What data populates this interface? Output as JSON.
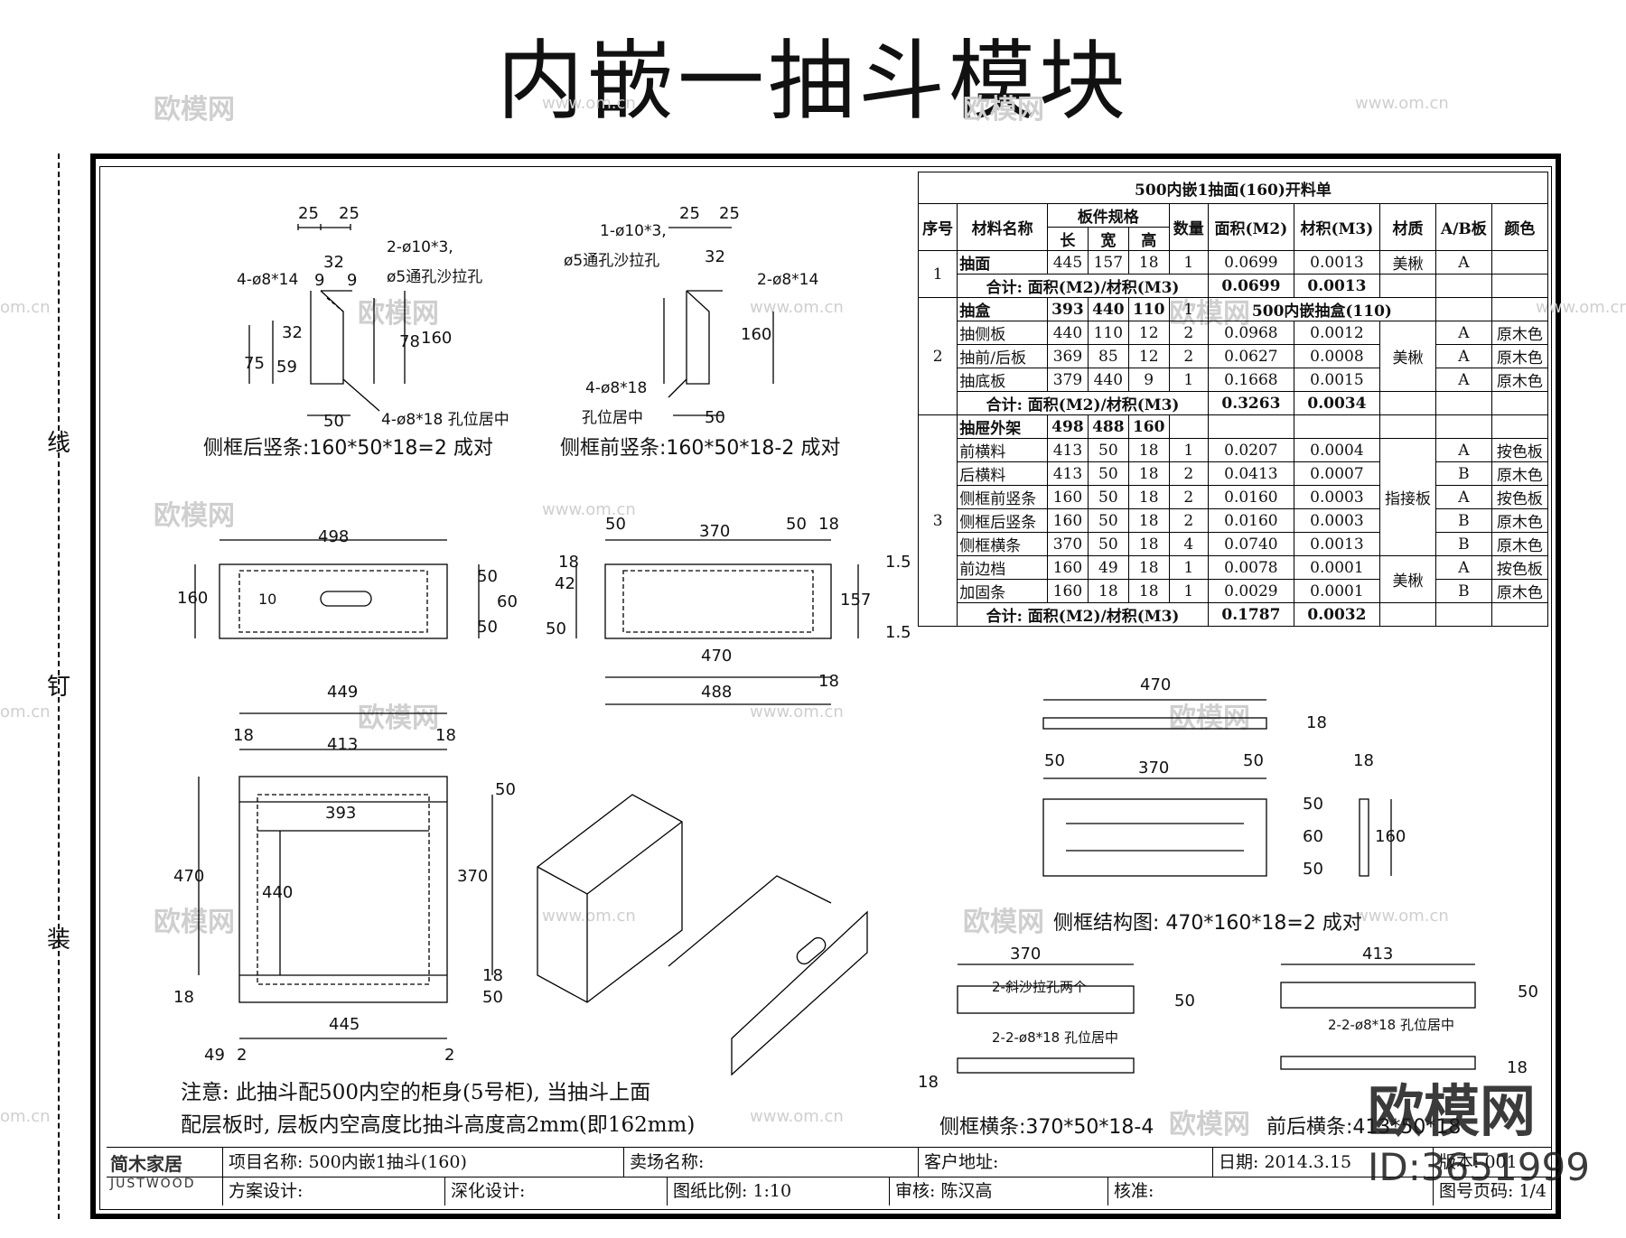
{
  "title": "内嵌一抽斗模块",
  "binding_marks": [
    "线",
    "钉",
    "装"
  ],
  "watermark": {
    "site": "欧模网",
    "url": "www.om.cn",
    "id": "ID:3651999",
    "url_partial": "om.cn"
  },
  "drawing": {
    "rear_stile": {
      "caption": "侧框后竖条:160*50*18=2 成对",
      "hole_a": "2-ø10*3,",
      "hole_b": "ø5通孔沙拉孔",
      "hole_c": "4-ø8*14",
      "hole_d": "4-ø8*18 孔位居中"
    },
    "front_stile": {
      "caption": "侧框前竖条:160*50*18-2 成对",
      "hole_a": "1-ø10*3,",
      "hole_b": "ø5通孔沙拉孔",
      "hole_c": "2-ø8*14",
      "hole_d": "4-ø8*18",
      "hole_e": "孔位居中"
    },
    "side_frame": {
      "caption": "侧框结构图: 470*160*18=2 成对"
    },
    "side_rail": {
      "caption": "侧框横条:370*50*18-4",
      "hole_a": "2-斜沙拉孔两个",
      "hole_b": "2-2-ø8*18 孔位居中"
    },
    "fb_rail": {
      "caption": "前后横条:413*50*18",
      "hole_a": "2-2-ø8*18 孔位居中"
    },
    "dims": {
      "d25a": "25",
      "d25b": "25",
      "d32": "32",
      "d9": "9",
      "d78": "78",
      "d160": "160",
      "d75": "75",
      "d59": "59",
      "d50": "50",
      "d498": "498",
      "d60": "60",
      "d10": "10",
      "d370": "370",
      "d18": "18",
      "d42": "42",
      "d157": "157",
      "d1_5": "1.5",
      "d470": "470",
      "d488": "488",
      "d449": "449",
      "d413": "413",
      "d393": "393",
      "d440": "440",
      "d445": "445",
      "d49": "49",
      "d2": "2"
    },
    "note_line1": "注意: 此抽斗配500内空的柜身(5号柜), 当抽斗上面",
    "note_line2": "配层板时, 层板内空高度比抽斗高度高2mm(即162mm)"
  },
  "cut_list": {
    "title": "500内嵌1抽面(160)开料单",
    "headers": {
      "no": "序号",
      "name": "材料名称",
      "spec": "板件规格",
      "len": "长",
      "wid": "宽",
      "hgt": "高",
      "qty": "数量",
      "area": "面积(M2)",
      "vol": "材积(M3)",
      "mat": "材质",
      "ab": "A/B板",
      "color": "颜色"
    },
    "total_label": "合计: 面积(M2)/材积(M3)",
    "group1": {
      "no": "1",
      "rows": [
        {
          "name": "抽面",
          "l": "445",
          "w": "157",
          "h": "18",
          "q": "1",
          "a": "0.0699",
          "v": "0.0013",
          "m": "美楸",
          "ab": "A",
          "c": ""
        }
      ],
      "total_a": "0.0699",
      "total_v": "0.0013"
    },
    "group2": {
      "no": "2",
      "head": {
        "name": "抽盒",
        "l": "393",
        "w": "440",
        "h": "110",
        "q": "1",
        "desc": "500内嵌抽盒(110)"
      },
      "mat": "美楸",
      "rows": [
        {
          "name": "抽侧板",
          "l": "440",
          "w": "110",
          "h": "12",
          "q": "2",
          "a": "0.0968",
          "v": "0.0012",
          "ab": "A",
          "c": "原木色"
        },
        {
          "name": "抽前/后板",
          "l": "369",
          "w": "85",
          "h": "12",
          "q": "2",
          "a": "0.0627",
          "v": "0.0008",
          "ab": "A",
          "c": "原木色"
        },
        {
          "name": "抽底板",
          "l": "379",
          "w": "440",
          "h": "9",
          "q": "1",
          "a": "0.1668",
          "v": "0.0015",
          "ab": "A",
          "c": "原木色"
        }
      ],
      "total_a": "0.3263",
      "total_v": "0.0034"
    },
    "group3": {
      "no": "3",
      "head": {
        "name": "抽屉外架",
        "l": "498",
        "w": "488",
        "h": "160"
      },
      "mat_a": "指接板",
      "mat_b": "美楸",
      "rows": [
        {
          "name": "前横料",
          "l": "413",
          "w": "50",
          "h": "18",
          "q": "1",
          "a": "0.0207",
          "v": "0.0004",
          "ab": "A",
          "c": "按色板"
        },
        {
          "name": "后横料",
          "l": "413",
          "w": "50",
          "h": "18",
          "q": "2",
          "a": "0.0413",
          "v": "0.0007",
          "ab": "B",
          "c": "原木色"
        },
        {
          "name": "侧框前竖条",
          "l": "160",
          "w": "50",
          "h": "18",
          "q": "2",
          "a": "0.0160",
          "v": "0.0003",
          "ab": "A",
          "c": "按色板"
        },
        {
          "name": "侧框后竖条",
          "l": "160",
          "w": "50",
          "h": "18",
          "q": "2",
          "a": "0.0160",
          "v": "0.0003",
          "ab": "B",
          "c": "原木色"
        },
        {
          "name": "侧框横条",
          "l": "370",
          "w": "50",
          "h": "18",
          "q": "4",
          "a": "0.0740",
          "v": "0.0013",
          "ab": "B",
          "c": "原木色"
        },
        {
          "name": "前边档",
          "l": "160",
          "w": "49",
          "h": "18",
          "q": "1",
          "a": "0.0078",
          "v": "0.0001",
          "ab": "A",
          "c": "按色板"
        },
        {
          "name": "加固条",
          "l": "160",
          "w": "18",
          "h": "18",
          "q": "1",
          "a": "0.0029",
          "v": "0.0001",
          "ab": "B",
          "c": "原木色"
        }
      ],
      "total_a": "0.1787",
      "total_v": "0.0032"
    }
  },
  "title_block": {
    "brand": "简木家居",
    "brand_en": "JUSTWOOD",
    "project": "项目名称: 500内嵌1抽斗(160)",
    "store": "卖场名称:",
    "address": "客户地址:",
    "date": "日期: 2014.3.15",
    "version": "版本: 001",
    "designer": "方案设计:",
    "detail": "深化设计:",
    "scale": "图纸比例: 1:10",
    "checker": "审核: 陈汉高",
    "approve": "核准:",
    "page": "图号页码: 1/4"
  }
}
